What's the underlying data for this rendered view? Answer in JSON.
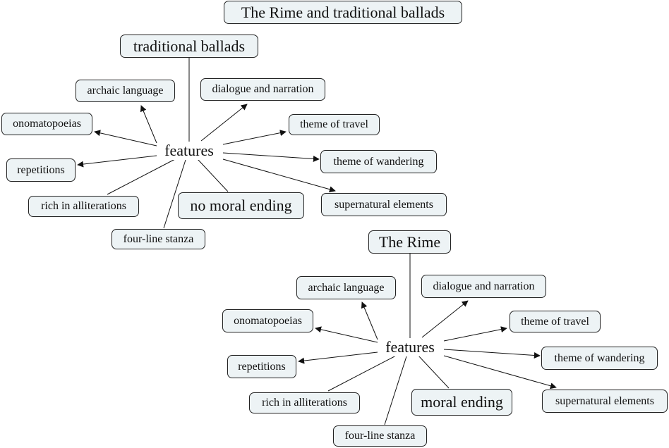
{
  "title": "The Rime and traditional ballads",
  "colors": {
    "node_fill": "#edf3f5",
    "node_border": "#222222",
    "line": "#111111",
    "background": "#ffffff"
  },
  "maps": [
    {
      "root": "traditional ballads",
      "link_label": "features",
      "children": [
        {
          "label": "archaic language",
          "arrow": true
        },
        {
          "label": "dialogue and narration",
          "arrow": true
        },
        {
          "label": "onomatopoeias",
          "arrow": true
        },
        {
          "label": "theme of travel",
          "arrow": true
        },
        {
          "label": "repetitions",
          "arrow": true
        },
        {
          "label": "theme of wandering",
          "arrow": true
        },
        {
          "label": "rich in alliterations",
          "arrow": false
        },
        {
          "label": "no moral ending",
          "arrow": false
        },
        {
          "label": "supernatural elements",
          "arrow": true
        },
        {
          "label": "four-line stanza",
          "arrow": false
        }
      ]
    },
    {
      "root": "The Rime",
      "link_label": "features",
      "children": [
        {
          "label": "archaic language",
          "arrow": true
        },
        {
          "label": "dialogue and narration",
          "arrow": true
        },
        {
          "label": "onomatopoeias",
          "arrow": true
        },
        {
          "label": "theme of travel",
          "arrow": true
        },
        {
          "label": "repetitions",
          "arrow": true
        },
        {
          "label": "theme of wandering",
          "arrow": true
        },
        {
          "label": "rich in alliterations",
          "arrow": false
        },
        {
          "label": "moral ending",
          "arrow": false
        },
        {
          "label": "supernatural elements",
          "arrow": true
        },
        {
          "label": "four-line stanza",
          "arrow": false
        }
      ]
    }
  ]
}
